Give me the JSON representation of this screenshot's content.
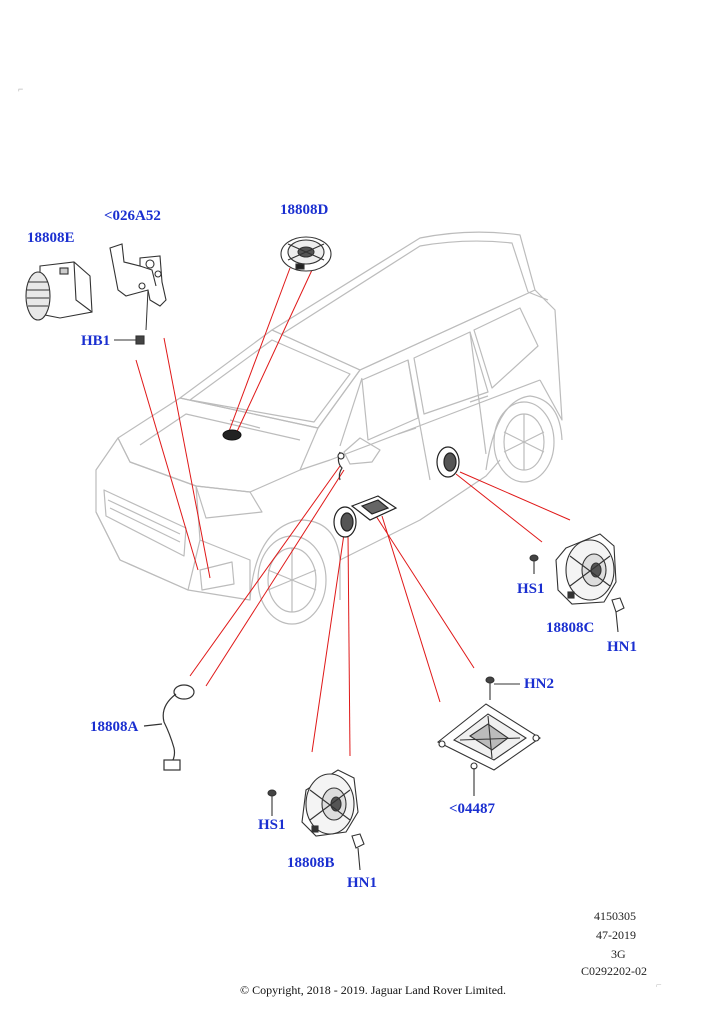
{
  "callouts": {
    "part_18808E": "18808E",
    "part_026A52": "<026A52",
    "part_18808D": "18808D",
    "part_HB1": "HB1",
    "part_HS1_front": "HS1",
    "part_18808C": "18808C",
    "part_HN1_front": "HN1",
    "part_HN2": "HN2",
    "part_18808A": "18808A",
    "part_04487": "<04487",
    "part_HS1_rear": "HS1",
    "part_18808B": "18808B",
    "part_HN1_rear": "HN1"
  },
  "footer": {
    "code_1": "4150305",
    "code_2": "47-2019",
    "code_3": "3G",
    "code_4": "C0292202-02",
    "copyright": "© Copyright, 2018 - 2019. Jaguar Land Rover Limited."
  },
  "colors": {
    "callout_text": "#1a2fd0",
    "leader_line": "#e01818",
    "outline": "#555555",
    "ghost_outline": "#bcbcbc"
  }
}
